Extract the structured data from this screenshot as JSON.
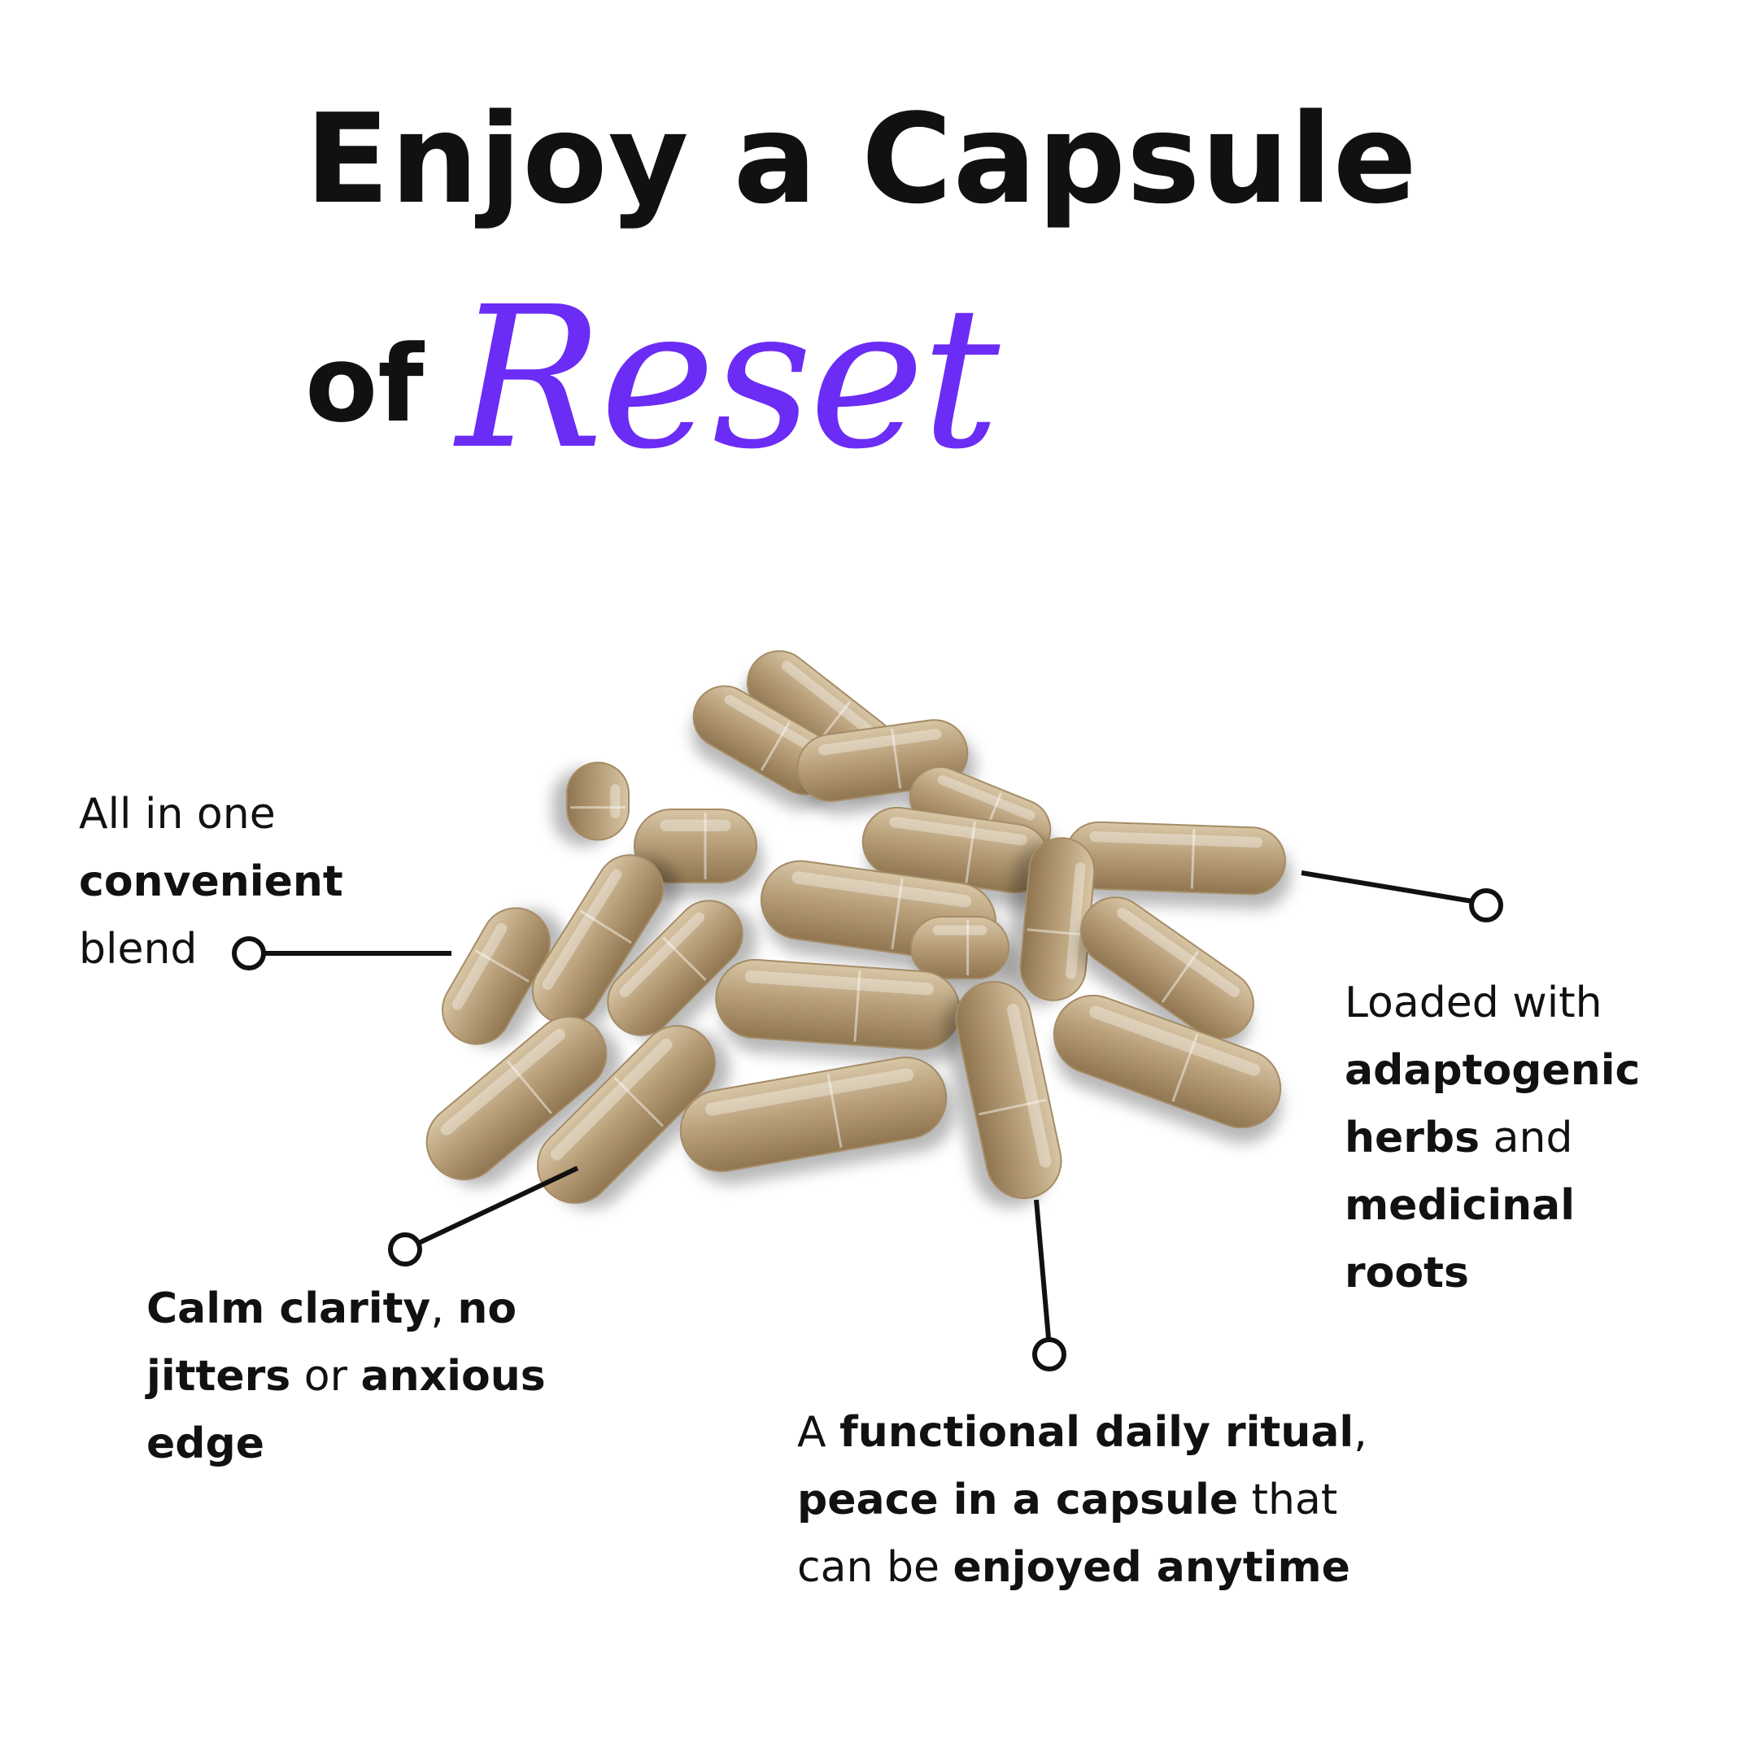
{
  "headline": {
    "line1": "Enjoy a Capsule",
    "of": "of",
    "script": "Reset"
  },
  "colors": {
    "accent": "#6b2cf5",
    "text": "#111111",
    "capsule_fill": "#b9a07a",
    "capsule_dark": "#8f7650"
  },
  "callouts": {
    "blend": {
      "l1": "All in one",
      "l2": "convenient",
      "l3": "blend"
    },
    "herbs": {
      "l1": "Loaded with",
      "l2": "adaptogenic",
      "l3a": "herbs",
      "l3b": " and",
      "l4": "medicinal",
      "l5": "roots"
    },
    "calm": {
      "l1a": "Calm clarity",
      "l1b": ", ",
      "l1c": "no",
      "l2a": "jitters",
      "l2b": " or ",
      "l2c": "anxious",
      "l3": "edge"
    },
    "ritual": {
      "l1a": "A ",
      "l1b": "functional daily ritual",
      "l1c": ",",
      "l2a": "peace in a capsule",
      "l2b": " that",
      "l3a": "can be ",
      "l3b": "enjoyed anytime"
    }
  }
}
